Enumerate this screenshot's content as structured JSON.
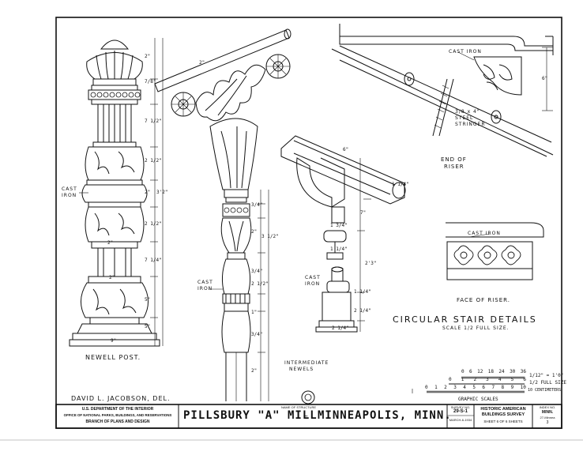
{
  "title_block": {
    "agency_line1": "U.S. DEPARTMENT OF THE INTERIOR",
    "agency_line2": "OFFICE OF NATIONAL PARKS, BUILDINGS, AND RESERVATIONS",
    "agency_line3": "BRANCH OF PLANS AND DESIGN",
    "name_of_structure_label": "NAME OF STRUCTURE",
    "structure_name": "PILLSBURY \"A\" MILL",
    "location": "MINNEAPOLIS, MINN.",
    "survey_no_label": "SURVEY NO.",
    "survey_no": "29-S-1",
    "survey_date": "MARCH-6-1934",
    "survey_line1": "HISTORIC AMERICAN",
    "survey_line2": "BUILDINGS SURVEY",
    "sheet_text": "SHEET 6 OF 6 SHEETS",
    "index_label": "INDEX NO.",
    "index_line1": "MINN.",
    "index_line2": "27-Minnea",
    "index_line3": "3"
  },
  "delineator": "DAVID L. JACOBSON, DEL.",
  "drawing_title": "CIRCULAR STAIR DETAILS",
  "drawing_scale": "SCALE 1/2 FULL SIZE.",
  "labels": {
    "newell_post": "NEWELL POST.",
    "intermediate_newels_1": "INTERMEDIATE",
    "intermediate_newels_2": "NEWELS",
    "cast_iron": "CAST IRON",
    "cast_iron_a": "CAST",
    "cast_iron_b": "IRON",
    "steel_stringer_1": "3/8 x 4\"",
    "steel_stringer_2": "STEEL",
    "steel_stringer_3": "STRINGER",
    "end_of_riser_1": "END OF",
    "end_of_riser_2": "RISER",
    "face_of_riser": "FACE OF RISER."
  },
  "dimensions": {
    "newel": [
      "2\"",
      "7/8\"",
      "7 1/2\"",
      "2 1/2\"",
      "2\"",
      "2 1/2\"",
      "3'2\"",
      "2\"",
      "7 1/4\"",
      "5\"",
      "2\"",
      "5\"",
      "9\""
    ],
    "intermediate": [
      "2\"",
      "3/4\"",
      "2\"",
      "3 1/2\"",
      "3/4\"",
      "2 1/2\"",
      "1\"",
      "3/4\"",
      "2\""
    ],
    "bracket": [
      "6\"",
      "1 1/4\"",
      "7\"",
      "1 3/4\"",
      "2'3\"",
      "1 1/4\"",
      "1 1/4\"",
      "2 1/4\"",
      "2 1/4\""
    ],
    "riser": "6\""
  },
  "graphic_scales": {
    "caption": "GRAPHIC SCALES",
    "scale1_ticks": [
      "0",
      "6",
      "12",
      "18",
      "24",
      "30",
      "36"
    ],
    "scale1_label": "1/12\" = 1'0\"",
    "scale2_ticks": [
      "0",
      "1",
      "2",
      "3",
      "4",
      "5",
      "6"
    ],
    "scale2_label": "1/2 FULL SIZE",
    "scale3_ticks": [
      "0",
      "1",
      "2",
      "3",
      "4",
      "5",
      "6",
      "7",
      "8",
      "9",
      "10"
    ],
    "scale3_label": "10 CENTIMETERS"
  }
}
